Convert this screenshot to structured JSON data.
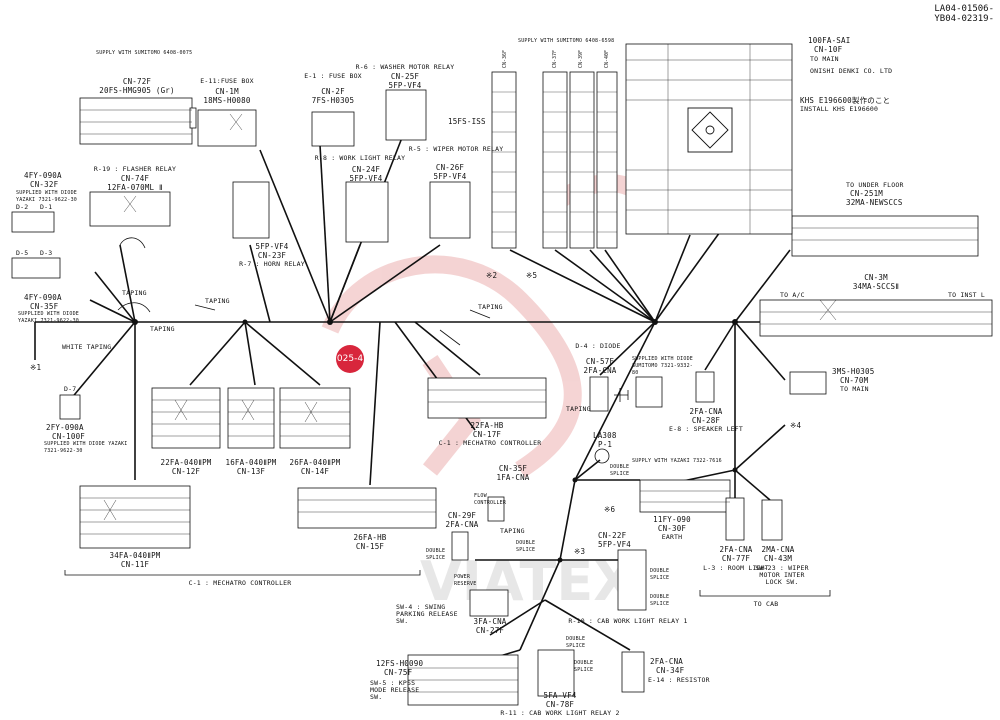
{
  "header": {
    "line1": "LA04-01506-",
    "line2": "YB04-02319-"
  },
  "watermark_color": "#e07070",
  "badge_text": "025-4",
  "connectors": [
    {
      "id": "cn72f",
      "name": "CN-72F",
      "type": "20FS-HMG905 (Gr)",
      "note": "SUPPLY WITH SUMITOMO 6408-0075"
    },
    {
      "id": "cn1m",
      "name": "CN-1M",
      "type": "18MS-H0080",
      "role": "E-11:FUSE BOX"
    },
    {
      "id": "cn2f",
      "name": "CN-2F",
      "type": "7FS-H0305",
      "role": "E-1 : FUSE BOX"
    },
    {
      "id": "cn25f",
      "name": "CN-25F",
      "type": "5FP-VF4",
      "role": "R-6 : WASHER MOTOR RELAY"
    },
    {
      "id": "cn24f",
      "name": "CN-24F",
      "type": "5FP-VF4",
      "role": "R-8 : WORK LIGHT RELAY"
    },
    {
      "id": "cn26f",
      "name": "CN-26F",
      "type": "5FP-VF4",
      "role": "R-5 : WIPER MOTOR RELAY"
    },
    {
      "id": "cn23f",
      "name": "CN-23F",
      "type": "5FP-VF4",
      "role": "R-7 : HORN RELAY"
    },
    {
      "id": "cn74f",
      "name": "CN-74F",
      "type": "12FA-070ML Ⅱ",
      "role": "R-19 : FLASHER RELAY"
    },
    {
      "id": "cn32f",
      "name": "CN-32F",
      "type": "4FY-090A",
      "note": "SUPPLIED WITH DIODE YAZAKI 7321-9622-30"
    },
    {
      "id": "cn35f",
      "name": "CN-35F",
      "type": "4FY-090A",
      "note": "SUPPLIED WITH DIODE YAZAKI 7321-9622-30"
    },
    {
      "id": "cn100f",
      "name": "CN-100F",
      "type": "2FY-090A",
      "note": "SUPPLIED WITH DIODE YAZAKI 7321-9622-30"
    },
    {
      "id": "cn11f",
      "name": "CN-11F",
      "type": "34FA-040ⅡPM"
    },
    {
      "id": "cn12f",
      "name": "CN-12F",
      "type": "22FA-040ⅡPM"
    },
    {
      "id": "cn13f",
      "name": "CN-13F",
      "type": "16FA-040ⅡPM"
    },
    {
      "id": "cn14f",
      "name": "CN-14F",
      "type": "26FA-040ⅡPM"
    },
    {
      "id": "cn15f",
      "name": "CN-15F",
      "type": "26FA-HB"
    },
    {
      "id": "cn17f",
      "name": "CN-17F",
      "type": "22FA-HB",
      "role": "C-1 : MECHATRO CONTROLLER"
    },
    {
      "id": "cn57f",
      "name": "CN-57F",
      "type": "2FA-CNA",
      "role": "D-4 : DIODE",
      "note": "SUPPLIED WITH DIODE SUMITOMO 7321-9332-80"
    },
    {
      "id": "cn35f2",
      "name": "CN-35F",
      "type": "1FA-CNA"
    },
    {
      "id": "cn29f",
      "name": "CN-29F",
      "type": "2FA-CNA"
    },
    {
      "id": "cn27f",
      "name": "CN-27F",
      "type": "3FA-CNA",
      "role": "SW-4 : SWING PARKING RELEASE SW."
    },
    {
      "id": "cn75f",
      "name": "CN-75F",
      "type": "12FS-H0090",
      "role": "SW-5 : KPSS MODE RELEASE SW."
    },
    {
      "id": "cn22f",
      "name": "CN-22F",
      "type": "5FP-VF4",
      "role": "R-10 : CAB WORK LIGHT RELAY 1"
    },
    {
      "id": "cn78f",
      "name": "CN-78F",
      "type": "5FA-VF4",
      "role": "R-11 : CAB WORK LIGHT RELAY 2"
    },
    {
      "id": "cn34f",
      "name": "CN-34F",
      "type": "2FA-CNA",
      "role": "E-14 : RESISTOR"
    },
    {
      "id": "cn30f",
      "name": "CN-30F",
      "type": "11FY-090",
      "note": "SUPPLY WITH YAZAKI 7322-7616"
    },
    {
      "id": "cn28f",
      "name": "CN-28F",
      "type": "2FA-CNA",
      "role": "E-8 : SPEAKER LEFT"
    },
    {
      "id": "cn77f",
      "name": "CN-77F",
      "type": "2FA-CNA",
      "role": "L-3 : ROOM LIGHT"
    },
    {
      "id": "cn43m",
      "name": "CN-43M",
      "type": "2MA-CNA",
      "role": "SW-23 : WIPER MOTOR INTER LOCK SW."
    },
    {
      "id": "cn70m",
      "name": "CN-70M",
      "type": "3MS-H0305"
    },
    {
      "id": "cn3m",
      "name": "CN-3M",
      "type": "34MA-SCCSⅡ"
    },
    {
      "id": "cn251m",
      "name": "CN-251M",
      "type": "32MA-NEWSCCS"
    },
    {
      "id": "cn10f",
      "name": "CN-10F",
      "type": "100FA-SAI",
      "note": "ONISHI DENKI CO. LTD"
    },
    {
      "id": "cn36f",
      "name": "CN-36F"
    },
    {
      "id": "cn37f",
      "name": "CN-37F"
    },
    {
      "id": "cn39f",
      "name": "CN-39F"
    },
    {
      "id": "cn40f",
      "name": "CN-40F"
    }
  ],
  "labels": {
    "supply_sumitomo_6408_6598": "SUPPLY WITH SUMITOMO 6408-6598",
    "fs15": "15FS-ISS",
    "khs": "KHS E196600製作のこと",
    "install_khs": "INSTALL KHS E196600",
    "to_main": "TO MAIN",
    "to_under_floor": "TO UNDER FLOOR",
    "to_ac": "TO A/C",
    "to_insti": "TO INST L",
    "to_main2": "TO MAIN",
    "to_cab": "TO CAB",
    "taping": "TAPING",
    "white_taping": "WHITE TAPING",
    "mechatro_controller": "C-1 : MECHATRO CONTROLLER",
    "d7": "D-7",
    "d2": "D-2",
    "d1": "D-1",
    "d5": "D-5",
    "d3": "D-3",
    "x1": "※1",
    "x2": "※2",
    "x3": "※3",
    "x4": "※4",
    "x5": "※5",
    "x6": "※6",
    "la308": "LA308",
    "p1": "P-1",
    "double_splice": "DOUBLE SPLICE",
    "earth": "EARTH",
    "flow_controller": "FLOW CONTROLLER",
    "power_reserve": "POWER RESERVE",
    "room_light_sw": "SWING PARKING RELEASE SW."
  }
}
